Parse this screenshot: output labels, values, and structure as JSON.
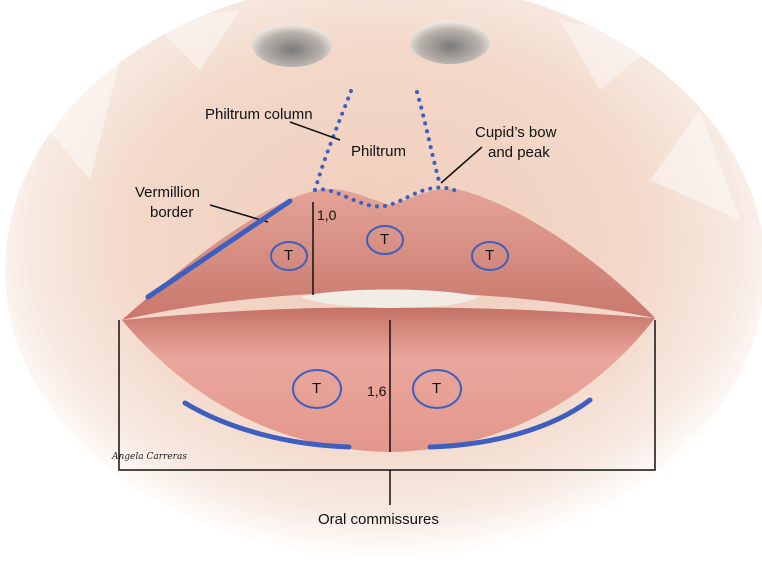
{
  "labels": {
    "philtrum_column": "Philtrum column",
    "philtrum": "Philtrum",
    "cupids_bow_line1": "Cupid’s bow",
    "cupids_bow_line2": "and peak",
    "vermillion_line1": "Vermillion",
    "vermillion_line2": "border",
    "upper_ratio": "1,0",
    "lower_ratio": "1,6",
    "oral_commissures": "Oral commissures"
  },
  "markers": {
    "upper_left": "T",
    "upper_center": "T",
    "upper_right": "T",
    "lower_left": "T",
    "lower_right": "T"
  },
  "signature": "Angela Carreras",
  "colors": {
    "annotation_blue": "#3e5fbf",
    "line_black": "#111111",
    "lip_upper": "#e09488",
    "lip_lower": "#e8a39a",
    "skin": "#f1d3c3"
  }
}
